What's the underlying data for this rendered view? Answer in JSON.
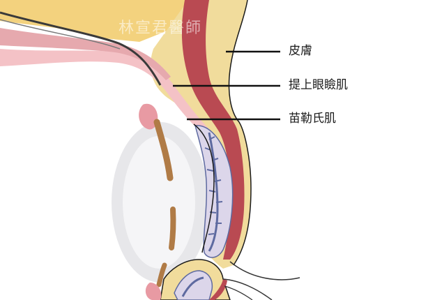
{
  "watermark": "林宣君醫師",
  "labels": {
    "skin": "皮膚",
    "levator": "提上眼瞼肌",
    "muller": "苗勒氏肌"
  },
  "colors": {
    "skin_tone": "#f1dc9c",
    "fat": "#f3d27e",
    "muscle_red": "#b94a52",
    "pink_tissue": "#f4c2c6",
    "tarsus_vessel": "#5e6aa0",
    "sclera": "#e7e7ea",
    "pigment": "#b07b46",
    "leader_line": "#111111"
  }
}
